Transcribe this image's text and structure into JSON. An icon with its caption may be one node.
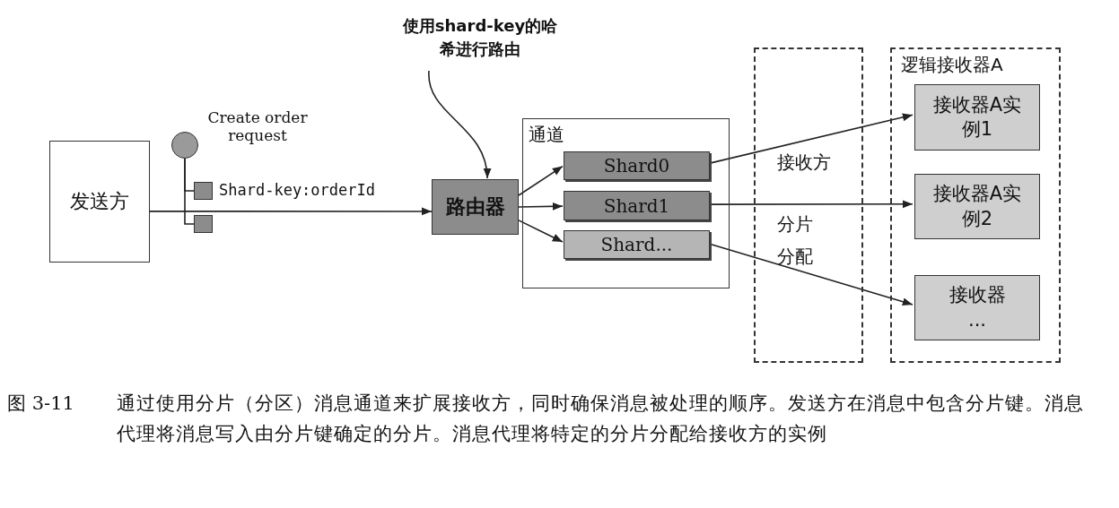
{
  "diagram": {
    "nodes": [
      {
        "text": [
          "发送方"
        ]
      },
      {
        "text": [],
        "shape": "circle",
        "beside": [
          "Create order request"
        ]
      },
      {
        "text": [],
        "shape": "box",
        "beside": [
          "Shard-key:orderId"
        ]
      },
      {
        "text": [],
        "shape": "box"
      },
      {
        "text": [
          "路由器"
        ]
      },
      {
        "text": [
          "使用shard-key的哈希进行路由"
        ]
      },
      {
        "text": [
          "通道"
        ]
      },
      {
        "text": [
          "Shard0"
        ],
        "in": 6
      },
      {
        "text": [
          "Shard1"
        ],
        "in": 6
      },
      {
        "text": [
          "Shard..."
        ],
        "in": 6
      },
      {
        "text": [
          "逻辑接收器A"
        ]
      },
      {
        "text": [
          "接收器A实例1"
        ],
        "in": 10
      },
      {
        "text": [
          "接收器A实例2"
        ],
        "in": 10
      },
      {
        "text": [
          "接收器",
          "..."
        ],
        "in": 10
      }
    ],
    "edges": [
      {
        "from": 0,
        "to": 4,
        "arrow": "to"
      },
      {
        "from": 1,
        "to": 2,
        "arrow": "none"
      },
      {
        "from": 1,
        "to": 3,
        "arrow": "none"
      },
      {
        "from": 5,
        "to": 4,
        "arrow": "to"
      },
      {
        "from": 4,
        "to": 7,
        "arrow": "to"
      },
      {
        "from": 4,
        "to": 8,
        "arrow": "to"
      },
      {
        "from": 4,
        "to": 9,
        "arrow": "to"
      },
      {
        "from": 7,
        "to": 11,
        "arrow": "to"
      },
      {
        "from": 8,
        "to": 12,
        "arrow": "to"
      },
      {
        "from": 9,
        "to": 13,
        "arrow": "to"
      }
    ],
    "labels": [
      "接收方",
      "分片分配",
      "图 3-11"
    ],
    "caption": "通过使用分片（分区）消息通道来扩展接收方，同时确保消息被处理的顺序。发送方在消息中包含分片键。消息代理将消息写入由分片键确定的分片。消息代理将特定的分片分配给接收方的实例"
  }
}
